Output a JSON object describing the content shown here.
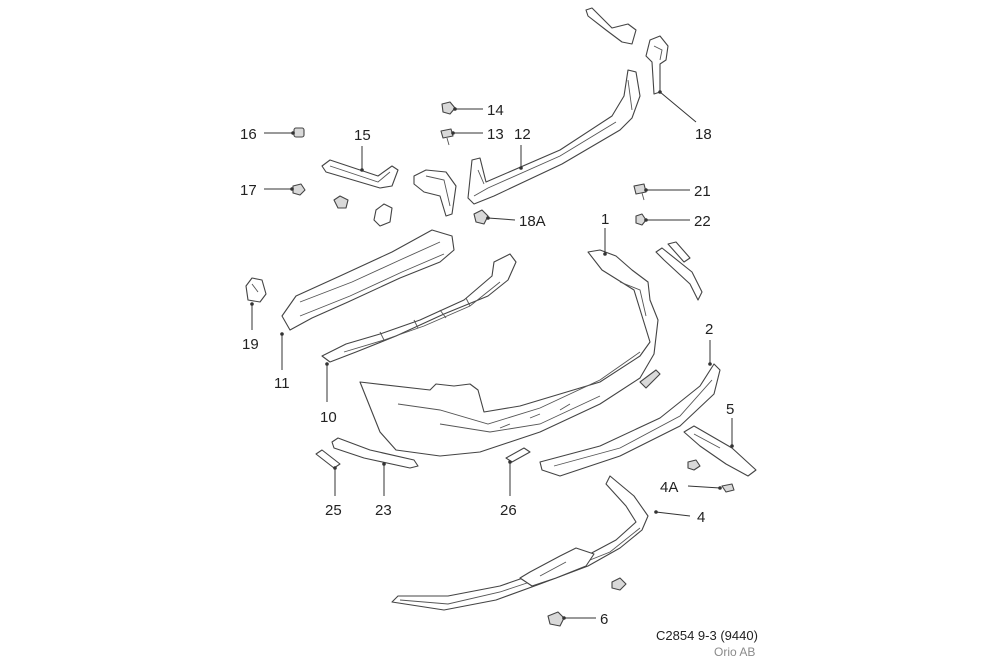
{
  "callouts": {
    "c1": "1",
    "c2": "2",
    "c4": "4",
    "c4a": "4A",
    "c5": "5",
    "c6": "6",
    "c10": "10",
    "c11": "11",
    "c12": "12",
    "c13": "13",
    "c14": "14",
    "c15": "15",
    "c16": "16",
    "c17": "17",
    "c18": "18",
    "c18a": "18A",
    "c19": "19",
    "c21": "21",
    "c22": "22",
    "c23": "23",
    "c25": "25",
    "c26": "26"
  },
  "caption": {
    "code": "C2854 9-3 (9440)",
    "owner": "Orio AB"
  },
  "colors": {
    "line": "#444444",
    "shade": "#d9d9d9",
    "owner_text": "#8a8a8a"
  }
}
